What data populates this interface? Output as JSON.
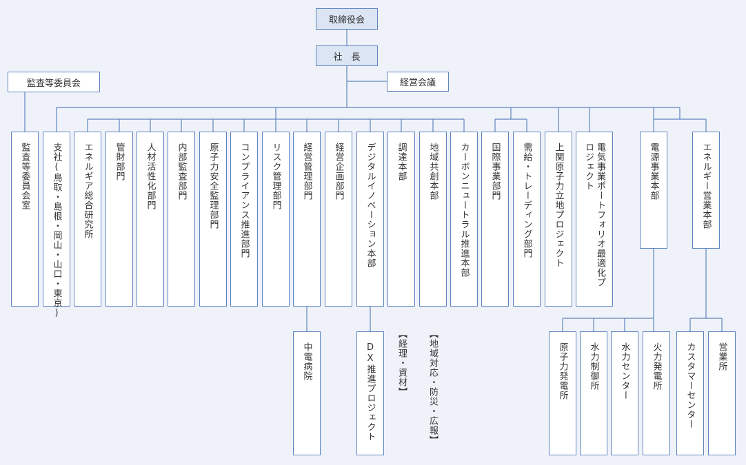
{
  "top": {
    "board": "取締役会",
    "president": "社　長",
    "audit_committee": "監査等委員会",
    "management_meeting": "経営会議"
  },
  "departments": [
    "監査等委員会室",
    "支社(鳥取・島根・岡山・山口・東京)",
    "エネルギア総合研究所",
    "管財部門",
    "人材活性化部門",
    "内部監査部門",
    "原子力安全監理部門",
    "コンプライアンス推進部門",
    "リスク管理部門",
    "経営管理部門",
    "経営企画部門",
    "デジタルイノベーション本部",
    "調達本部",
    "地域共創本部",
    "カーボンニュートラル推進本部",
    "国際事業部門",
    "需給・トレーディング部門",
    "上関原子力立地プロジェクト",
    "電気事業ポートフォリオ最適化プロジェクト",
    "電源事業本部",
    "エネルギー営業本部"
  ],
  "sub_units": {
    "hospital": "中電病院",
    "dx_project": "DX推進プロジェクト",
    "procurement_note": "【経理・資材】",
    "regional_note": "【地域対応・防災・広報】",
    "nuclear_plant": "原子力発電所",
    "hydro_control": "水力制御所",
    "hydro_center": "水力センター",
    "thermal_plant": "火力発電所",
    "customer_center": "カスタマーセンター",
    "sales_office": "営業所"
  }
}
